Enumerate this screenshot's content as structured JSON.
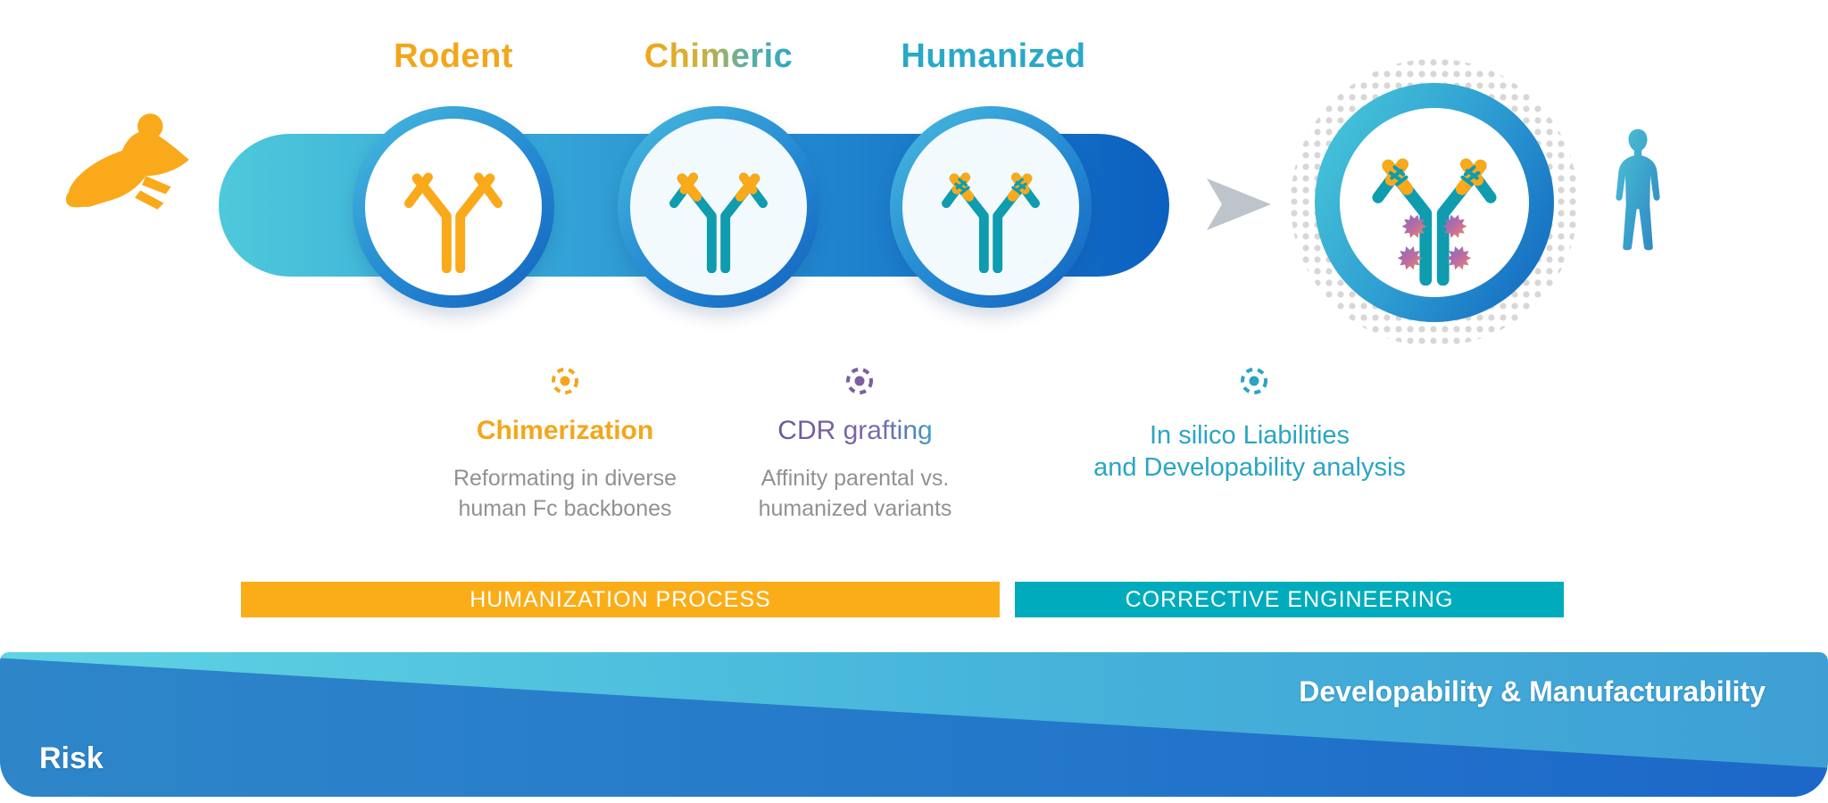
{
  "diagram_title": "antibody-humanization-and-developability-process",
  "stages": [
    {
      "name": "rodent",
      "label": "Rodent",
      "label_color": "#F2A71B",
      "antibody_style": "all-orange"
    },
    {
      "name": "chimeric",
      "label": "Chimeric",
      "label_color_start": "#F2A71B",
      "label_color_end": "#29A8C8",
      "antibody_style": "teal-body-orange-tips"
    },
    {
      "name": "humanized",
      "label": "Humanized",
      "label_color": "#29A8C8",
      "antibody_style": "teal-body-orange-striped-tips"
    }
  ],
  "final_stage": {
    "name": "engineered-candidate",
    "antibody_style": "humanized-with-liability-starbursts",
    "halo": "dotted-circle"
  },
  "endpoints": {
    "left_icon": "mouse-icon",
    "right_icon": "human-icon"
  },
  "flow_arrow": "right-chevron-arrow",
  "steps": [
    {
      "name": "chimerization",
      "marker_color": "#F2A71B",
      "title": "Chimerization",
      "desc_line1": "Reformating in diverse",
      "desc_line2": "human Fc backbones"
    },
    {
      "name": "cdr-grafting",
      "marker_color": "#7B5FA0",
      "title": "CDR grafting",
      "desc_line1": "Affinity parental vs.",
      "desc_line2": "humanized variants"
    },
    {
      "name": "in-silico-analysis",
      "marker_color": "#2AA5C4",
      "title_line1": "In silico Liabilities",
      "title_line2": "and Developability analysis"
    }
  ],
  "banners": [
    {
      "name": "humanization-process",
      "label": "HUMANIZATION PROCESS",
      "color": "#FBAD18"
    },
    {
      "name": "corrective-engineering",
      "label": "CORRECTIVE ENGINEERING",
      "color": "#00ACBC"
    }
  ],
  "bottom": {
    "left_label": "Risk",
    "right_label": "Developability & Manufacturability",
    "cyan_wedge_color": "#5FD4E3",
    "blue_wedge_color": "#2478CA"
  },
  "palette": {
    "orange": "#F9A91A",
    "teal": "#0E9CAE",
    "ring_blue": "#1261BE",
    "band_cyan": "#4EC9DB",
    "band_blue": "#0C60C0",
    "arrow_gray": "#BEC4CB",
    "halo_dot_gray": "#D7D7D7",
    "starburst_purple": "#7D6BC3",
    "starburst_orange": "#EE8F5B"
  }
}
